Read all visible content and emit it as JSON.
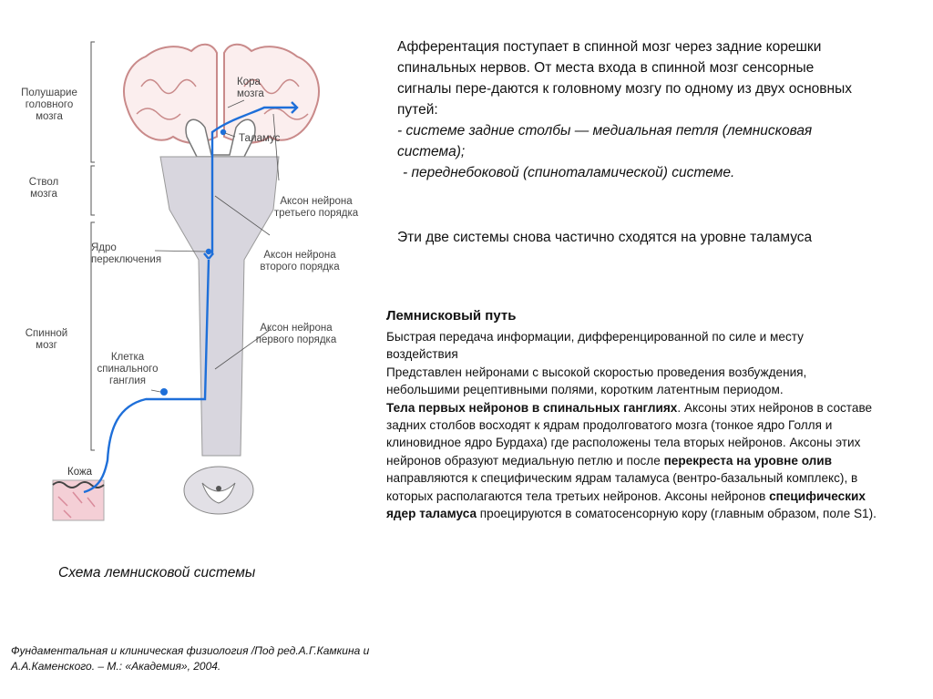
{
  "diagram": {
    "labels": {
      "hemisphere": "Полушарие\nголовного\nмозга",
      "cortex": "Кора\nмозга",
      "thalamus": "Таламус",
      "axon3": "Аксон нейрона\nтретьего порядка",
      "brainstem": "Ствол\nмозга",
      "relay": "Ядро\nпереключения",
      "axon2": "Аксон нейрона\nвторого порядка",
      "spinal_cord": "Спинной\nмозг",
      "axon1": "Аксон нейрона\nпервого порядка",
      "ganglion_cell": "Клетка\nспинального\nганглия",
      "skin": "Кожа"
    },
    "colors": {
      "pathway": "#1e6fd9",
      "brain_outline": "#c98a8a",
      "cord_fill": "#d8d6de"
    }
  },
  "intro": {
    "line1": "Афферентация поступает в спинной мозг через задние корешки спинальных нервов. От места входа в спинной мозг сенсорные сигналы пере-даются к головному мозгу по одному из двух основных путей:",
    "item1": "- системе задние столбы — медиальная петля (лемнисковая система);",
    "item2": "- переднебоковой (спиноталамической) системе."
  },
  "summary": "Эти две системы снова частично сходятся на уровне таламуса",
  "lemniscal": {
    "title": "Лемнисковый путь",
    "p1": "Быстрая передача информации, дифференцированной по силе и месту воздействия",
    "p2": "Представлен нейронами с высокой скоростью проведения возбуждения, небольшими рецептивными полями, коротким латентным периодом.",
    "p3_bold": "Тела первых нейронов в спинальных ганглиях",
    "p3_a": ". Аксоны этих нейронов в составе задних столбов восходят к ядрам продолговатого мозга (тонкое ядро Голля и клиновидное ядро Бурдаха) где расположены тела вторых нейронов. Аксоны этих нейронов образуют медиальную петлю и после ",
    "p3_bold2": "перекреста на уровне олив",
    "p3_b": " направляются к специфическим ядрам таламуса (вентро-базальный комплекс), в которых располагаются тела третьих нейронов. Аксоны нейронов ",
    "p3_bold3": "специфических ядер таламуса",
    "p3_c": " проецируются в соматосенсорную кору (главным образом, поле S1)."
  },
  "caption": "Схема лемнисковой системы",
  "reference": "Фундаментальная и клиническая физиология /Под ред.А.Г.Камкина и А.А.Каменского. – М.: «Академия», 2004."
}
